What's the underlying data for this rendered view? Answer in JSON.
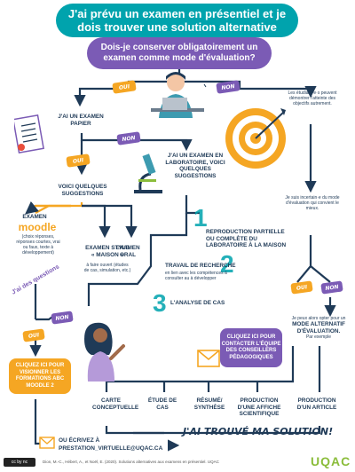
{
  "title": "J'ai prévu un examen en présentiel et je dois trouver une solution alternative",
  "question": "Dois-je conserver obligatoirement un examen comme mode d'évaluation?",
  "badges": {
    "oui": "OUI",
    "non": "NON"
  },
  "left_branch": {
    "paper_exam": "J'ai un examen papier",
    "suggestions": "Voici quelques suggestions",
    "moodle_title": "Examen",
    "moodle_logo": "moodle",
    "moodle_desc": "(choix réponses, réponses courtes, vrai ou faux, texte à développement)",
    "maison_title": "Examen style « maison »",
    "maison_desc": "à faire ouvert (études de cas, simulation, etc.)",
    "oral_title": "Examen oral",
    "questions_label": "J'ai des questions"
  },
  "lab_branch": {
    "lab_exam": "J'ai un examen en laboratoire, voici quelques suggestions",
    "option1": "Reproduction partielle ou complète du laboratoire à la maison",
    "option2_title": "Travail de recherche",
    "option2_desc": "en lien avec les compétences à consulter au à développer",
    "option3": "L'analyse de cas"
  },
  "right_branch": {
    "students_text": "Les étudiant·e·s peuvent démontrer l'atteinte des objectifs autrement.",
    "unsure_text": "Je suis incertain·e du mode d'évaluation qui convient le mieux.",
    "alt_mode_text_1": "Je peux alors opter pour un",
    "alt_mode_text_2": "mode alternatif d'évaluation.",
    "alt_mode_text_3": "Par exemple"
  },
  "buttons": {
    "training": "Cliquez ici pour visionner les formations ABC Moodle 2",
    "contact": "Cliquez ici pour contacter l'équipe des conseillers pédagogiques"
  },
  "email_text": "Ou écrivez à",
  "email": "PRESTATION_VIRTUELLE@UQAC.CA",
  "alternatives": [
    "Carte conceptuelle",
    "Étude de cas",
    "Résumé/ synthèse",
    "Production d'une affiche scientifique",
    "Production d'un article"
  ],
  "solution": "J'ai trouvé ma solution!",
  "numbers": [
    "1",
    "2",
    "3"
  ],
  "footer_citation": "Dion, M.-C., Hébert, A., et Noël, E. (2020). Solutions alternatives aux examens en présentiel. UQAC",
  "license": "cc by nc",
  "logo": "UQAC",
  "colors": {
    "teal": "#00a3ad",
    "purple": "#7b5bb5",
    "orange": "#f5a623",
    "navy": "#1f3a57",
    "green": "#8bbd3b"
  }
}
